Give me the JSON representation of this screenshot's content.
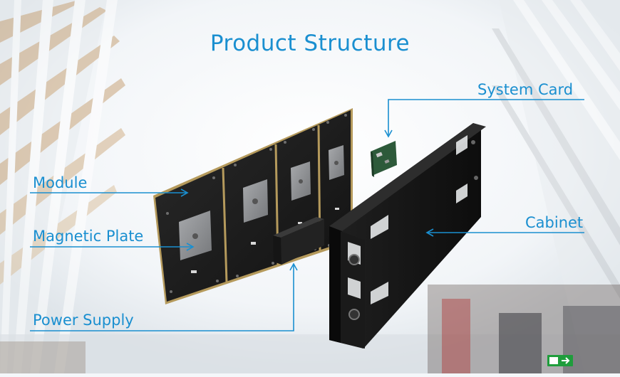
{
  "title": "Product Structure",
  "labels": {
    "system_card": "System Card",
    "module": "Module",
    "magnetic_plate": "Magnetic Plate",
    "cabinet": "Cabinet",
    "power_supply": "Power Supply"
  },
  "colors": {
    "accent": "#1a8fd0",
    "panel": "#1b1b1b",
    "panel_edge": "#b59a5c",
    "card": "#2d5a3a",
    "plate": "#8a8c8f",
    "exit_sign": "#1f9d3c"
  }
}
